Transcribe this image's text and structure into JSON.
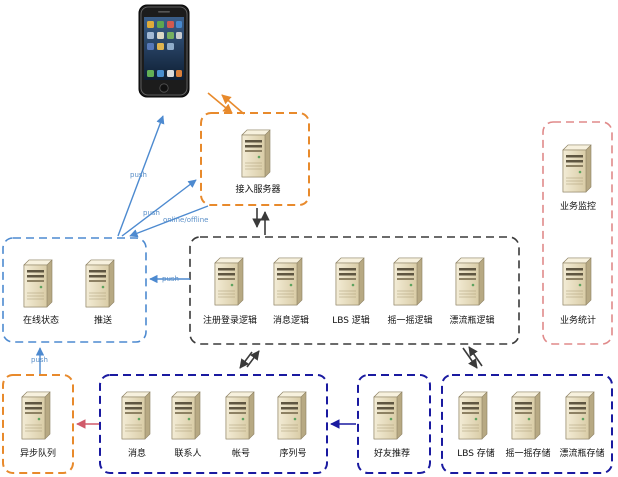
{
  "colors": {
    "orange": "#e88a2c",
    "blue_light": "#4d8ad0",
    "dark": "#3a3a3a",
    "navy": "#1a1aa0",
    "pink": "#e08a8a",
    "server_body": "#e9dfc2",
    "server_side": "#b7a983"
  },
  "nodes": {
    "phone": {
      "icon": "iphone-icon"
    },
    "access": {
      "label": "接入服务器"
    },
    "online": {
      "label": "在线状态"
    },
    "push_svc": {
      "label": "推送"
    },
    "reg": {
      "label": "注册登录逻辑"
    },
    "msg_logic": {
      "label": "消息逻辑"
    },
    "lbs_logic": {
      "label": "LBS 逻辑"
    },
    "shake_logic": {
      "label": "摇一摇逻辑"
    },
    "bottle_logic": {
      "label": "漂流瓶逻辑"
    },
    "monitor": {
      "label": "业务监控"
    },
    "stats": {
      "label": "业务统计"
    },
    "queue": {
      "label": "异步队列"
    },
    "msg_store": {
      "label": "消息"
    },
    "contacts": {
      "label": "联系人"
    },
    "account": {
      "label": "帐号"
    },
    "seq": {
      "label": "序列号"
    },
    "friend": {
      "label": "好友推荐"
    },
    "lbs_store": {
      "label": "LBS 存储"
    },
    "shake_store": {
      "label": "摇一摇存储"
    },
    "bottle_store": {
      "label": "漂流瓶存储"
    }
  },
  "edges": {
    "push_upper": "push",
    "push_mid": "push",
    "online_offline": "online/offline",
    "push_logic": "push",
    "push_queue": "push"
  }
}
